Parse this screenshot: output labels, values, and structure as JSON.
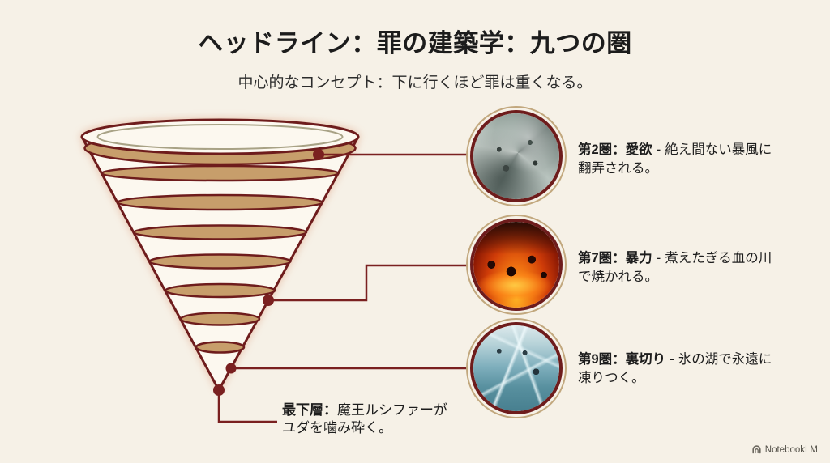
{
  "page": {
    "colors": {
      "background": "#f6f1e7",
      "outline": "#6e1c1c",
      "connector": "#7a2020",
      "band": "#c79e6b",
      "rim_inner_line": "#a8a285",
      "text": "#1d1d1d",
      "cone_fill": "#fcf8ef",
      "ring_outer": "#c2a87e",
      "footer_ink": "#55524a"
    }
  },
  "header": {
    "title": "ヘッドライン：罪の建築学：九つの圏",
    "subtitle": "中心的なコンセプト：下に行くほど罪は重くなる。"
  },
  "funnel": {
    "levels": 9,
    "description": "inverted-cone-of-nine-circles"
  },
  "annotations": [
    {
      "label": "第2圏：愛欲",
      "separator": "-",
      "description": "絶え間ない暴風に翻弄される。",
      "image": "storm-vortex"
    },
    {
      "label": "第7圏：暴力",
      "separator": "-",
      "description": "煮えたぎる血の川で焼かれる。",
      "image": "lava-river"
    },
    {
      "label": "第9圏：裏切り",
      "separator": "-",
      "description": "氷の湖で永遠に凍りつく。",
      "image": "frozen-lake"
    }
  ],
  "apex_annotation": {
    "label": "最下層：",
    "description": "魔王ルシファーがユダを噛み砕く。"
  },
  "footer": {
    "brand": "NotebookLM"
  }
}
